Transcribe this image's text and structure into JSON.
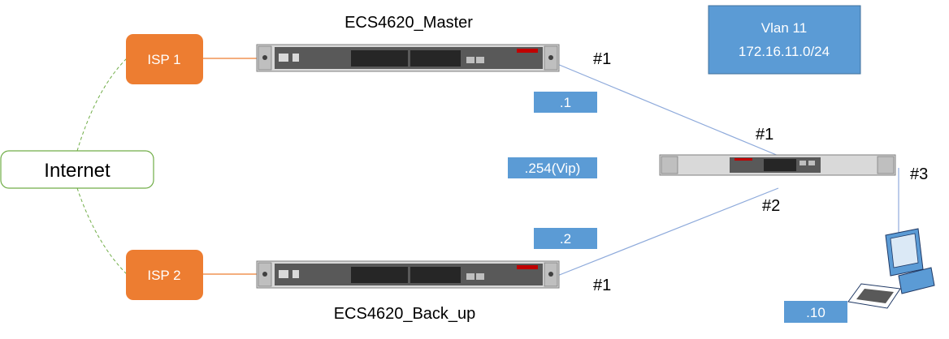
{
  "nodes": {
    "internet": "Internet",
    "isp1": "ISP 1",
    "isp2": "ISP 2"
  },
  "switches": {
    "master": "ECS4620_Master",
    "backup": "ECS4620_Back_up"
  },
  "vlan": {
    "name": "Vlan 11",
    "subnet": "172.16.11.0/24"
  },
  "addresses": {
    "master_ip": ".1",
    "backup_ip": ".2",
    "vip": ".254(Vip)",
    "host_ip": ".10"
  },
  "ports": {
    "master_port": "#1",
    "backup_port": "#1",
    "access_port_1": "#1",
    "access_port_2": "#2",
    "access_port_3": "#3"
  },
  "colors": {
    "isp": "#ED7D31",
    "internet_border": "#70AD47",
    "box_blue": "#5B9BD5",
    "link_blue": "#8EAADB"
  }
}
